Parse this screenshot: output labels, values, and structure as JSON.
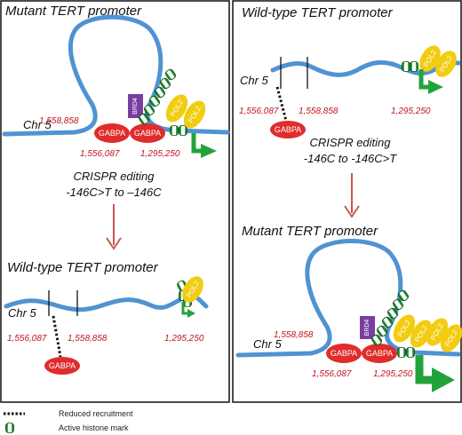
{
  "left_panel": {
    "top_title": "Mutant TERT promoter",
    "bottom_title": "Wild-type TERT promoter",
    "step_line1": "CRISPR editing",
    "step_line2": "-146C>T to –146C"
  },
  "right_panel": {
    "top_title": "Wild-type TERT promoter",
    "bottom_title": "Mutant TERT promoter",
    "step_line1": "CRISPR editing",
    "step_line2": "-146C to -146C>T"
  },
  "labels": {
    "chr": "Chr 5",
    "coord_a": "1,558,858",
    "coord_b": "1,556,087",
    "coord_c": "1,295,250",
    "gabpa": "GABPA",
    "pol2": "POL2",
    "brd4": "BRD4"
  },
  "legend": {
    "reduced": "Reduced recruitment",
    "histone": "Active histone mark"
  },
  "colors": {
    "dna": "#4f93d2",
    "gabpa": "#e02c2c",
    "pol2": "#f2cc10",
    "brd4": "#7a3ea0",
    "histone": "#1e8c2e",
    "arrow_tss": "#22a33a",
    "arrow_step": "#c9574f",
    "coord_text": "#c0141c"
  }
}
